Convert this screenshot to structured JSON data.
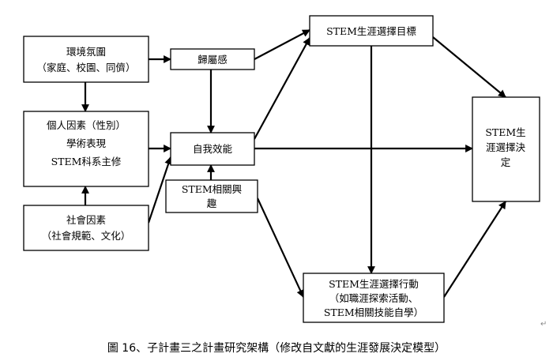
{
  "nodes": {
    "environment": [
      "環境氛圍",
      "（家庭、校園、同儕）"
    ],
    "belonging": [
      "歸屬感"
    ],
    "personal": [
      "個人因素（性別）",
      "學術表現",
      "STEM科系主修"
    ],
    "social": [
      "社會因素",
      "（社會規範、文化）"
    ],
    "self_efficacy": [
      "自我效能"
    ],
    "interest": [
      "STEM相關興",
      "趣"
    ],
    "goal": [
      "STEM生涯選擇目標"
    ],
    "decision": [
      "STEM生",
      "涯選擇決",
      "定"
    ],
    "action": [
      "STEM生涯選擇行動",
      "（如職涯探索活動、",
      "STEM相關技能自學）"
    ]
  },
  "caption": "圖 16、子計畫三之計畫研究架構（修改自文獻的生涯發展決定模型）",
  "para_mark": "↵"
}
